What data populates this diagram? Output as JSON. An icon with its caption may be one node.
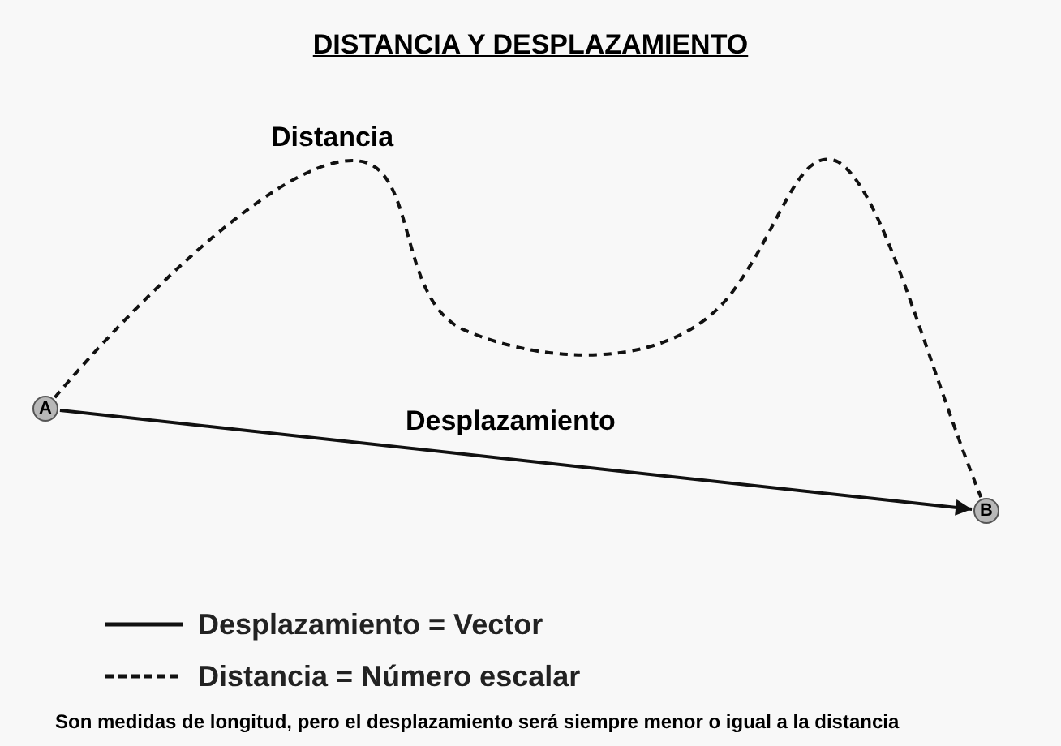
{
  "diagram": {
    "title": "DISTANCIA Y DESPLAZAMIENTO",
    "caption": "Son medidas de longitud, pero el desplazamiento será siempre menor o igual a la distancia",
    "nodes": [
      {
        "text": [
          "A"
        ]
      },
      {
        "text": [
          "B"
        ]
      }
    ],
    "edges": [
      {
        "from": 0,
        "to": 1,
        "arrow": "none",
        "style": "dashed",
        "label": "Distancia"
      },
      {
        "from": 0,
        "to": 1,
        "arrow": "to",
        "label": "Desplazamiento"
      }
    ],
    "legend": [
      {
        "text": "Desplazamiento = Vector"
      },
      {
        "text": "Distancia = Número escalar"
      }
    ]
  }
}
